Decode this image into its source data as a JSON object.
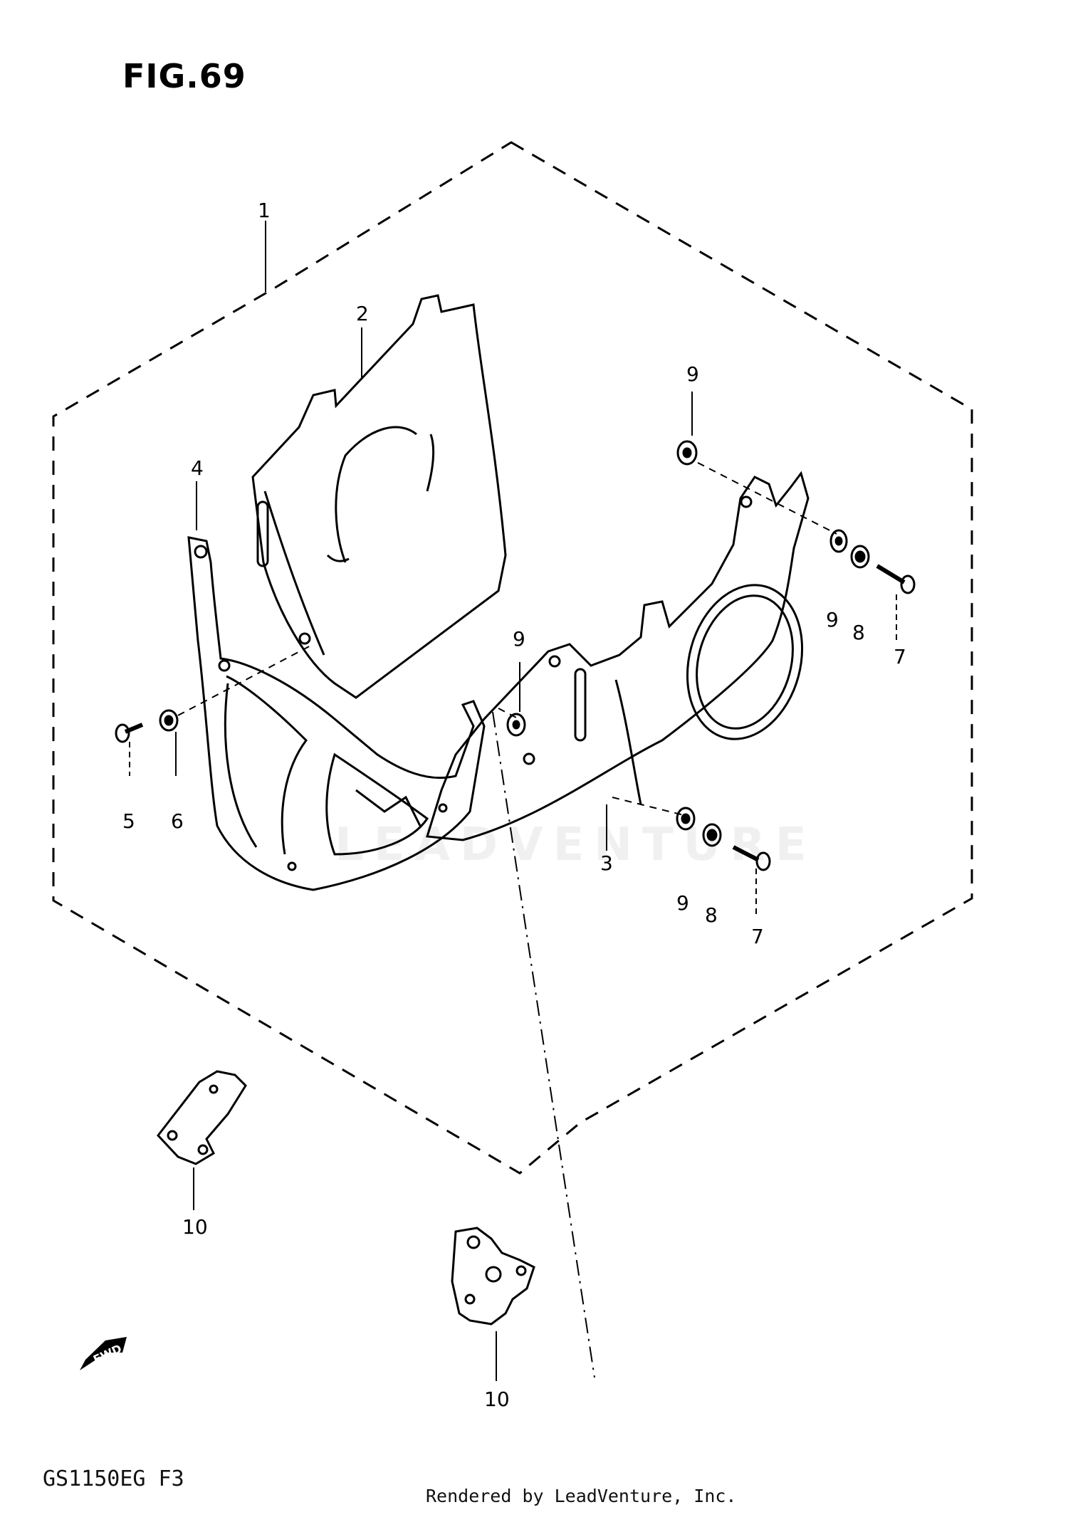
{
  "figure": {
    "title": "FIG.69",
    "code": "GS1150EG F3",
    "footer": "Rendered by LeadVenture, Inc.",
    "watermark": "LEADVENTURE",
    "fwd_label": "FWD"
  },
  "callouts": [
    "1",
    "2",
    "3",
    "4",
    "5",
    "6",
    "7",
    "7",
    "8",
    "8",
    "9",
    "9",
    "9",
    "9",
    "10",
    "10"
  ]
}
